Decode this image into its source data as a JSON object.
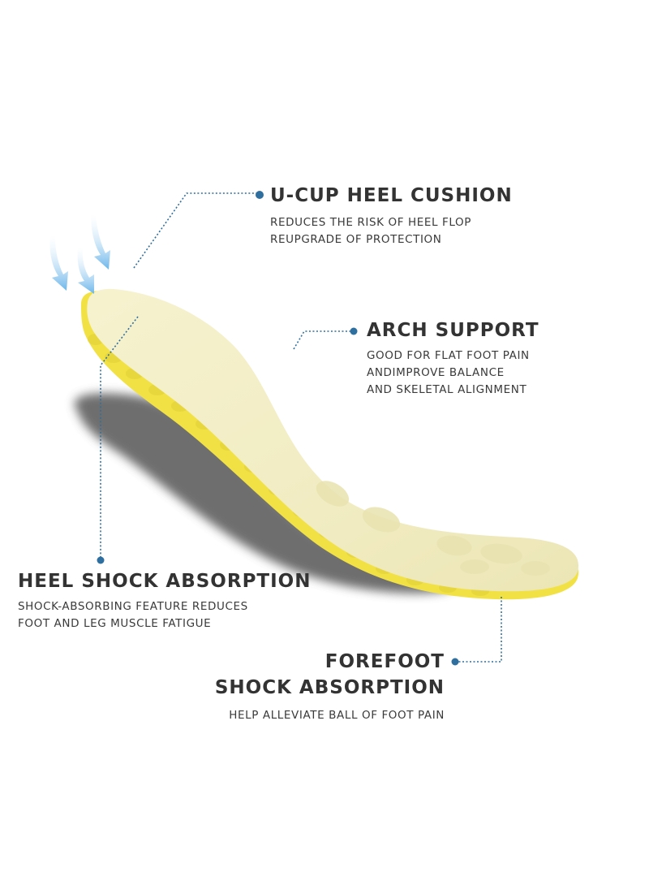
{
  "colors": {
    "insole_top": "#f4f0c6",
    "insole_sole": "#f3e44a",
    "shadow": "#5a5a5a",
    "leader_line": "#2f6f9f",
    "arrow": "#7cc0ee",
    "title_text": "#333333",
    "desc_text": "#3a3a3a"
  },
  "icons": {
    "pressure_arrows": "down-curved-arrow-icon",
    "leader_dot": "dot-icon"
  },
  "features": {
    "heel_cushion": {
      "title": "U-CUP HEEL CUSHION",
      "desc_line1": "REDUCES THE RISK OF HEEL FLOP",
      "desc_line2": "REUPGRADE OF PROTECTION"
    },
    "arch_support": {
      "title": "ARCH SUPPORT",
      "desc_line1": "GOOD FOR FLAT FOOT PAIN",
      "desc_line2": "ANDIMPROVE BALANCE",
      "desc_line3": "AND SKELETAL ALIGNMENT"
    },
    "heel_shock": {
      "title": "HEEL SHOCK ABSORPTION",
      "desc_line1": "SHOCK-ABSORBING FEATURE REDUCES",
      "desc_line2": "FOOT AND LEG MUSCLE FATIGUE"
    },
    "forefoot_shock": {
      "title_line1": "FOREFOOT",
      "title_line2": "SHOCK ABSORPTION",
      "desc_line1": "HELP ALLEVIATE BALL OF FOOT PAIN"
    }
  }
}
